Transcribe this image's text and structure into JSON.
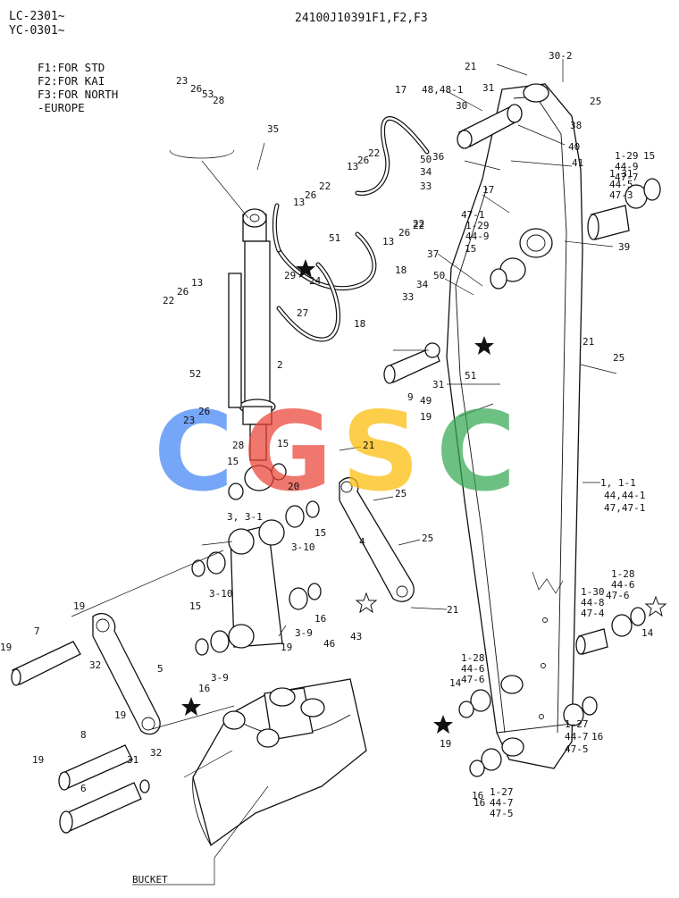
{
  "header": {
    "model_line_1": "LC-2301~",
    "model_line_2": "YC-0301~",
    "part_number": "24100J10391F1,F2,F3"
  },
  "notes": [
    "F1:FOR STD",
    "F2:FOR KAI",
    "F3:FOR NORTH",
    "   -EUROPE"
  ],
  "watermark": {
    "letters": [
      "C",
      "G",
      "S",
      "C"
    ],
    "colors": [
      "#4285F4",
      "#EA4335",
      "#FBBC05",
      "#34A853"
    ]
  },
  "labels": [
    {
      "id": "lbl-23a",
      "text": "23"
    },
    {
      "id": "lbl-26a",
      "text": "26"
    },
    {
      "id": "lbl-53",
      "text": "53"
    },
    {
      "id": "lbl-28a",
      "text": "28"
    },
    {
      "id": "lbl-35",
      "text": "35"
    },
    {
      "id": "lbl-17a",
      "text": "17"
    },
    {
      "id": "lbl-48",
      "text": "48,48-1"
    },
    {
      "id": "lbl-21a",
      "text": "21"
    },
    {
      "id": "lbl-30-2",
      "text": "30-2"
    },
    {
      "id": "lbl-31a",
      "text": "31"
    },
    {
      "id": "lbl-25a",
      "text": "25"
    },
    {
      "id": "lbl-30",
      "text": "30"
    },
    {
      "id": "lbl-38",
      "text": "38"
    },
    {
      "id": "lbl-40",
      "text": "40"
    },
    {
      "id": "lbl-41",
      "text": "41"
    },
    {
      "id": "lbl-1-29a",
      "text": "1-29"
    },
    {
      "id": "lbl-44-9",
      "text": "44-9"
    },
    {
      "id": "lbl-47-7",
      "text": "47-7"
    },
    {
      "id": "lbl-15a",
      "text": "15"
    },
    {
      "id": "lbl-1-31",
      "text": "1-31"
    },
    {
      "id": "lbl-44-5",
      "text": "44-5"
    },
    {
      "id": "lbl-47-3",
      "text": "47-3"
    },
    {
      "id": "lbl-22a",
      "text": "22"
    },
    {
      "id": "lbl-13a",
      "text": "13"
    },
    {
      "id": "lbl-26b",
      "text": "26"
    },
    {
      "id": "lbl-50a",
      "text": "50"
    },
    {
      "id": "lbl-36",
      "text": "36"
    },
    {
      "id": "lbl-34a",
      "text": "34"
    },
    {
      "id": "lbl-33a",
      "text": "33"
    },
    {
      "id": "lbl-17b",
      "text": "17"
    },
    {
      "id": "lbl-47-1",
      "text": "47-1"
    },
    {
      "id": "lbl-1-29b",
      "text": "1-29"
    },
    {
      "id": "lbl-44-9b",
      "text": "44-9"
    },
    {
      "id": "lbl-13b",
      "text": "13"
    },
    {
      "id": "lbl-26c",
      "text": "26"
    },
    {
      "id": "lbl-22b",
      "text": "22"
    },
    {
      "id": "lbl-22c",
      "text": "22"
    },
    {
      "id": "lbl-51a",
      "text": "51"
    },
    {
      "id": "lbl-13c",
      "text": "13"
    },
    {
      "id": "lbl-26d",
      "text": "26"
    },
    {
      "id": "lbl-22d",
      "text": "22"
    },
    {
      "id": "lbl-15b",
      "text": "15"
    },
    {
      "id": "lbl-39",
      "text": "39"
    },
    {
      "id": "lbl-37",
      "text": "37"
    },
    {
      "id": "lbl-29",
      "text": "29"
    },
    {
      "id": "lbl-18a",
      "text": "18"
    },
    {
      "id": "lbl-24",
      "text": "24"
    },
    {
      "id": "lbl-50b",
      "text": "50"
    },
    {
      "id": "lbl-13d",
      "text": "13"
    },
    {
      "id": "lbl-22e",
      "text": "22"
    },
    {
      "id": "lbl-26e",
      "text": "26"
    },
    {
      "id": "lbl-27",
      "text": "27"
    },
    {
      "id": "lbl-34b",
      "text": "34"
    },
    {
      "id": "lbl-33b",
      "text": "33"
    },
    {
      "id": "lbl-18b",
      "text": "18"
    },
    {
      "id": "lbl-21b",
      "text": "21"
    },
    {
      "id": "lbl-25b",
      "text": "25"
    },
    {
      "id": "lbl-2",
      "text": "2"
    },
    {
      "id": "lbl-52",
      "text": "52"
    },
    {
      "id": "lbl-9",
      "text": "9"
    },
    {
      "id": "lbl-31b",
      "text": "31"
    },
    {
      "id": "lbl-49",
      "text": "49"
    },
    {
      "id": "lbl-51b",
      "text": "51"
    },
    {
      "id": "lbl-19a",
      "text": "19"
    },
    {
      "id": "lbl-23b",
      "text": "23"
    },
    {
      "id": "lbl-26f",
      "text": "26"
    },
    {
      "id": "lbl-28b",
      "text": "28"
    },
    {
      "id": "lbl-15c",
      "text": "15"
    },
    {
      "id": "lbl-21c",
      "text": "21"
    },
    {
      "id": "lbl-15d",
      "text": "15"
    },
    {
      "id": "lbl-20",
      "text": "20"
    },
    {
      "id": "lbl-25c",
      "text": "25"
    },
    {
      "id": "lbl-1",
      "text": "1, 1-1"
    },
    {
      "id": "lbl-44",
      "text": "44,44-1"
    },
    {
      "id": "lbl-47",
      "text": "47,47-1"
    },
    {
      "id": "lbl-3",
      "text": "3, 3-1"
    },
    {
      "id": "lbl-15e",
      "text": "15"
    },
    {
      "id": "lbl-3-10a",
      "text": "3-10"
    },
    {
      "id": "lbl-4",
      "text": "4"
    },
    {
      "id": "lbl-25d",
      "text": "25"
    },
    {
      "id": "lbl-3-10b",
      "text": "3-10"
    },
    {
      "id": "lbl-15f",
      "text": "15"
    },
    {
      "id": "lbl-1-28a",
      "text": "1-28"
    },
    {
      "id": "lbl-44-6a",
      "text": "44-6"
    },
    {
      "id": "lbl-1-30",
      "text": "1-30"
    },
    {
      "id": "lbl-47-6a",
      "text": "47-6"
    },
    {
      "id": "lbl-44-8",
      "text": "44-8"
    },
    {
      "id": "lbl-47-4",
      "text": "47-4"
    },
    {
      "id": "lbl-21d",
      "text": "21"
    },
    {
      "id": "lbl-16a",
      "text": "16"
    },
    {
      "id": "lbl-3-9a",
      "text": "3-9"
    },
    {
      "id": "lbl-19b",
      "text": "19"
    },
    {
      "id": "lbl-14a",
      "text": "14"
    },
    {
      "id": "lbl-19c",
      "text": "19"
    },
    {
      "id": "lbl-7",
      "text": "7"
    },
    {
      "id": "lbl-19d",
      "text": "19"
    },
    {
      "id": "lbl-32a",
      "text": "32"
    },
    {
      "id": "lbl-5",
      "text": "5"
    },
    {
      "id": "lbl-16b",
      "text": "16"
    },
    {
      "id": "lbl-3-9b",
      "text": "3-9"
    },
    {
      "id": "lbl-46",
      "text": "46"
    },
    {
      "id": "lbl-43",
      "text": "43"
    },
    {
      "id": "lbl-1-28b",
      "text": "1-28"
    },
    {
      "id": "lbl-44-6b",
      "text": "44-6"
    },
    {
      "id": "lbl-47-6b",
      "text": "47-6"
    },
    {
      "id": "lbl-14b",
      "text": "14"
    },
    {
      "id": "lbl-19e",
      "text": "19"
    },
    {
      "id": "lbl-8",
      "text": "8"
    },
    {
      "id": "lbl-32b",
      "text": "32"
    },
    {
      "id": "lbl-19f",
      "text": "19"
    },
    {
      "id": "lbl-31c",
      "text": "31"
    },
    {
      "id": "lbl-6",
      "text": "6"
    },
    {
      "id": "lbl-1-27a",
      "text": "1-27"
    },
    {
      "id": "lbl-44-7a",
      "text": "44-7"
    },
    {
      "id": "lbl-47-5a",
      "text": "47-5"
    },
    {
      "id": "lbl-16c",
      "text": "16"
    },
    {
      "id": "lbl-19g",
      "text": "19"
    },
    {
      "id": "lbl-16d",
      "text": "16"
    },
    {
      "id": "lbl-16e",
      "text": "16"
    },
    {
      "id": "lbl-1-27b",
      "text": "1-27"
    },
    {
      "id": "lbl-44-7b",
      "text": "44-7"
    },
    {
      "id": "lbl-47-5b",
      "text": "47-5"
    },
    {
      "id": "lbl-bucket",
      "text": "BUCKET"
    }
  ]
}
